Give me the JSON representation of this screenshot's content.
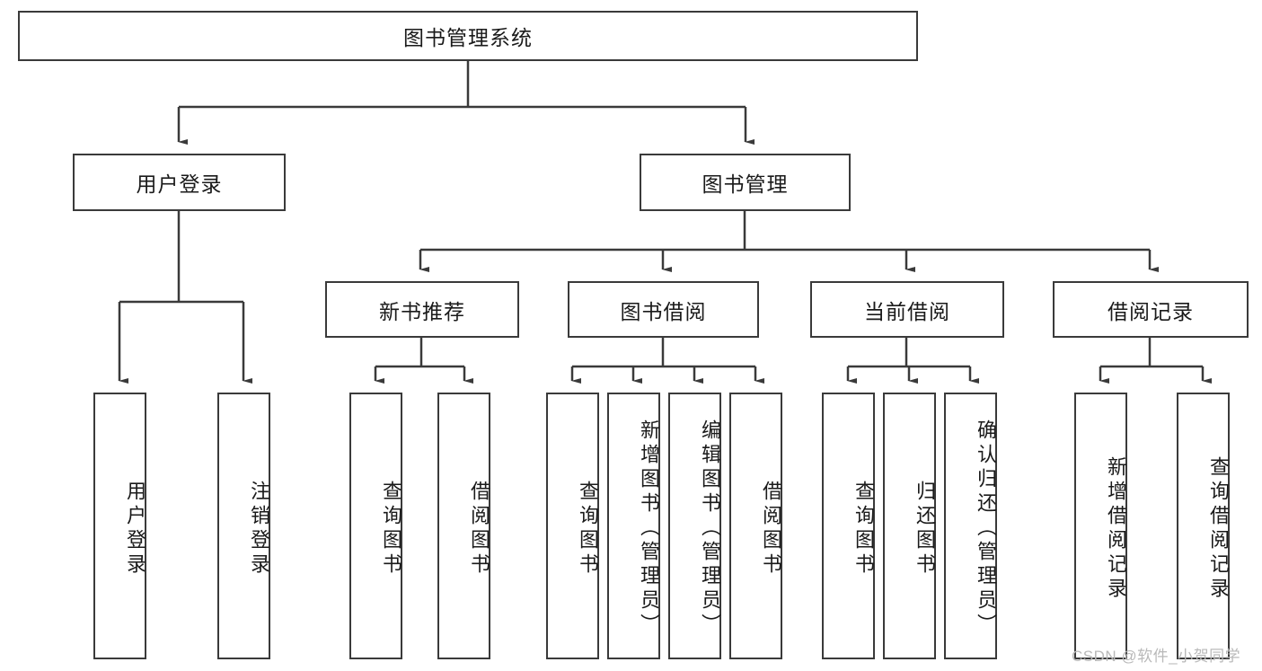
{
  "diagram": {
    "type": "tree-hierarchy",
    "title": "图书管理系统",
    "watermark": "CSDN @软件_小贺同学",
    "colors": {
      "box_border": "#3a3a3a",
      "box_fill": "#ffffff",
      "connector": "#3a3a3a",
      "text": "#1a1a1a",
      "watermark": "#b9b9b9"
    },
    "root": {
      "label": "图书管理系统"
    },
    "level1": [
      {
        "label": "用户登录"
      },
      {
        "label": "图书管理"
      }
    ],
    "level2": [
      {
        "label": "新书推荐"
      },
      {
        "label": "图书借阅"
      },
      {
        "label": "当前借阅"
      },
      {
        "label": "借阅记录"
      }
    ],
    "leaves": {
      "user_login": [
        {
          "label": "用户登录"
        },
        {
          "label": "注销登录"
        }
      ],
      "new_book_recommend": [
        {
          "label": "查询图书"
        },
        {
          "label": "借阅图书"
        }
      ],
      "book_borrow": [
        {
          "label": "查询图书"
        },
        {
          "label": "新增图书（管理员）"
        },
        {
          "label": "编辑图书（管理员）"
        },
        {
          "label": "借阅图书"
        }
      ],
      "current_borrow": [
        {
          "label": "查询图书"
        },
        {
          "label": "归还图书"
        },
        {
          "label": "确认归还（管理员）"
        }
      ],
      "borrow_record": [
        {
          "label": "新增借阅记录"
        },
        {
          "label": "查询借阅记录"
        }
      ]
    }
  }
}
